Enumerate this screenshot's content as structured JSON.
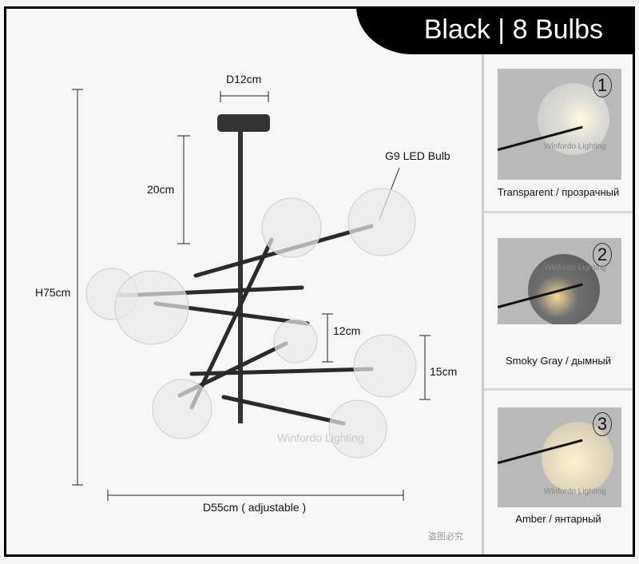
{
  "header": {
    "title": "Black | 8 Bulbs"
  },
  "dimensions": {
    "canopy": "D12cm",
    "drop": "20cm",
    "bulb_label": "G9 LED Bulb",
    "height": "H75cm",
    "globe_small": "12cm",
    "globe_large": "15cm",
    "width": "D55cm ( adjustable )"
  },
  "watermark": "Winfordo Lighting",
  "stamp": "盗图必究",
  "swatches": [
    {
      "num": "1",
      "caption": "Transparent / прозрачный",
      "watermark": "Winfordo Lighting"
    },
    {
      "num": "2",
      "caption": "Smoky Gray /  дымный",
      "watermark": "Winfordo Lighting"
    },
    {
      "num": "3",
      "caption": "Amber / янтарный",
      "watermark": "Winfordo Lighting"
    }
  ],
  "colors": {
    "header_bg": "#000000",
    "frame": "#000000"
  }
}
